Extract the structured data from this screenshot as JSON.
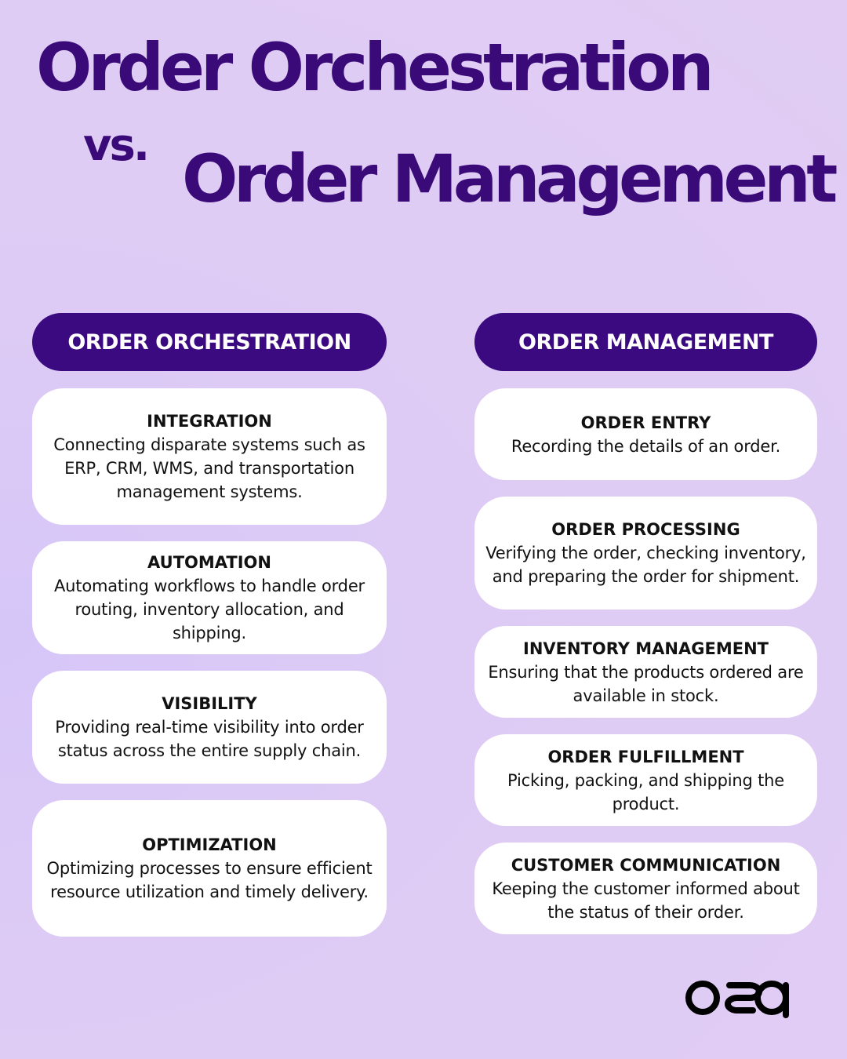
{
  "title": {
    "line1": "Order Orchestration",
    "vs": "vs.",
    "line2": "Order Management"
  },
  "left": {
    "header": "ORDER ORCHESTRATION",
    "cards": [
      {
        "title": "INTEGRATION",
        "desc": "Connecting disparate systems such as ERP, CRM, WMS, and transportation management systems."
      },
      {
        "title": "AUTOMATION",
        "desc": "Automating workflows to handle order routing, inventory allocation, and shipping."
      },
      {
        "title": "VISIBILITY",
        "desc": "Providing real-time visibility into order status across the entire supply chain."
      },
      {
        "title": "OPTIMIZATION",
        "desc": "Optimizing processes to ensure efficient resource utilization and timely delivery."
      }
    ]
  },
  "right": {
    "header": "ORDER MANAGEMENT",
    "cards": [
      {
        "title": "ORDER ENTRY",
        "desc": "Recording the details of an order."
      },
      {
        "title": "ORDER PROCESSING",
        "desc": "Verifying the order, checking inventory, and preparing the order for shipment."
      },
      {
        "title": "INVENTORY MANAGEMENT",
        "desc": "Ensuring that the products ordered are available in stock."
      },
      {
        "title": "ORDER FULFILLMENT",
        "desc": "Picking, packing, and shipping the product."
      },
      {
        "title": "CUSTOMER COMMUNICATION",
        "desc": "Keeping the customer informed about the status of their order."
      }
    ]
  },
  "logo": {
    "text": "osa",
    "icon": "osa-logo-icon"
  },
  "colors": {
    "background": "#ddcbf5",
    "title": "#3a0a78",
    "header": "#3c0a80",
    "card": "#ffffff",
    "text": "#111111"
  }
}
